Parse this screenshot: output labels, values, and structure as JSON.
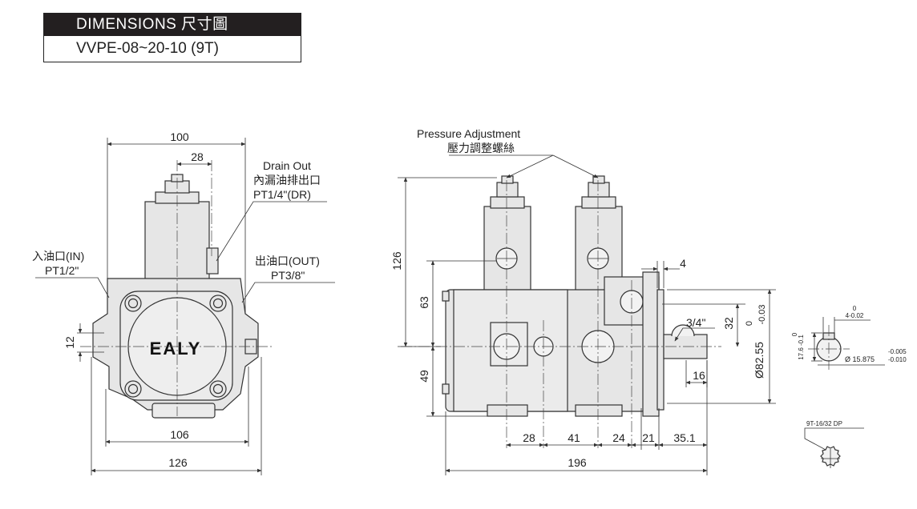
{
  "header": {
    "title": "DIMENSIONS  尺寸圖",
    "model": "VVPE-08~20-10  (9T)"
  },
  "front_view": {
    "logo": "EALY",
    "dim_100": "100",
    "dim_28": "28",
    "dim_12": "12",
    "dim_106": "106",
    "dim_126": "126",
    "drain_en": "Drain  Out",
    "drain_zh": "內漏油排出口",
    "drain_spec": "PT1/4\"(DR)",
    "inlet_zh": "入油口(IN)",
    "inlet_spec": "PT1/2\"",
    "outlet_zh": "出油口(OUT)",
    "outlet_spec": "PT3/8\""
  },
  "side_view": {
    "pressure_en": "Pressure  Adjustment",
    "pressure_zh": "壓力調整螺絲",
    "dim_126v": "126",
    "dim_63": "63",
    "dim_49": "49",
    "dim_4": "4",
    "dim_3_4": "3/4\"",
    "dim_32": "32",
    "dim_16": "16",
    "dim_dia": "Ø82.55",
    "tol_upper": "0",
    "tol_lower": "-0.03",
    "dim_28b": "28",
    "dim_41": "41",
    "dim_24": "24",
    "dim_21": "21",
    "dim_35_1": "35.1",
    "dim_196": "196"
  },
  "shaft_detail": {
    "key_tol_upper": "0",
    "key_dim": "4-0.02",
    "height_dim": "17.6 -0.1",
    "height_tol": "0",
    "dia_label": "Ø 15.875",
    "dia_tol_upper": "-0.005",
    "dia_tol_lower": "-0.010",
    "spline_label": "9T-16/32  DP"
  }
}
